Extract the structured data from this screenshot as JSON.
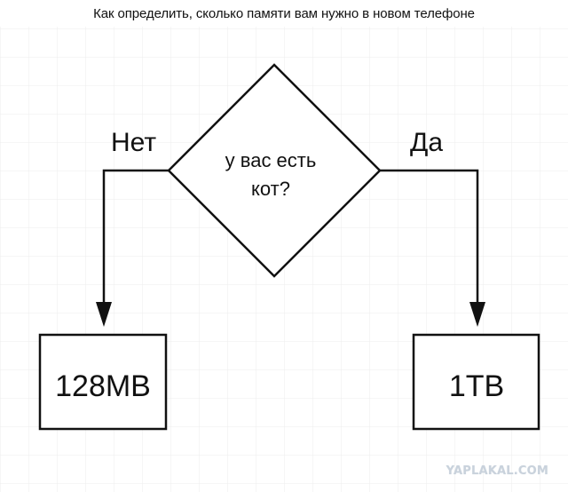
{
  "header": {
    "title": "Как определить, сколько памяти вам нужно в новом телефоне"
  },
  "diagram": {
    "decision": {
      "line1": "у вас есть",
      "line2": "кот?"
    },
    "branch_no": {
      "label": "Нет",
      "result": "128MB"
    },
    "branch_yes": {
      "label": "Да",
      "result": "1TB"
    }
  },
  "footer": {
    "watermark": "YAPLAKAL.COM"
  },
  "colors": {
    "background": "#ffffff",
    "grid": "#e9e9e9",
    "stroke": "#111111",
    "watermark": "#c9d2dc"
  }
}
